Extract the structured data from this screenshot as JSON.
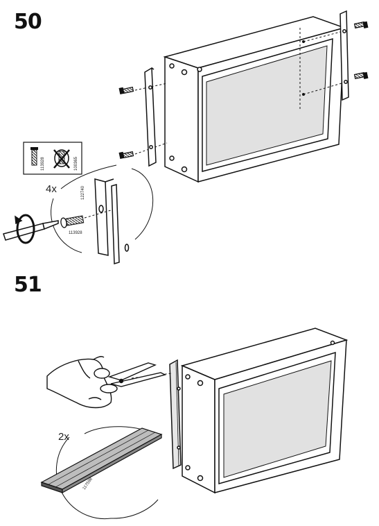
{
  "steps": [
    {
      "number": "50",
      "quantity": "4x",
      "parts": [
        {
          "id": "113928",
          "label": "113928",
          "state": "use"
        },
        {
          "id": "100365",
          "label": "100365",
          "state": "do-not-use"
        }
      ],
      "bracket_part": "122740",
      "screw_part": "113928"
    },
    {
      "number": "51",
      "quantity": "2x",
      "strip_part": "117598"
    }
  ]
}
